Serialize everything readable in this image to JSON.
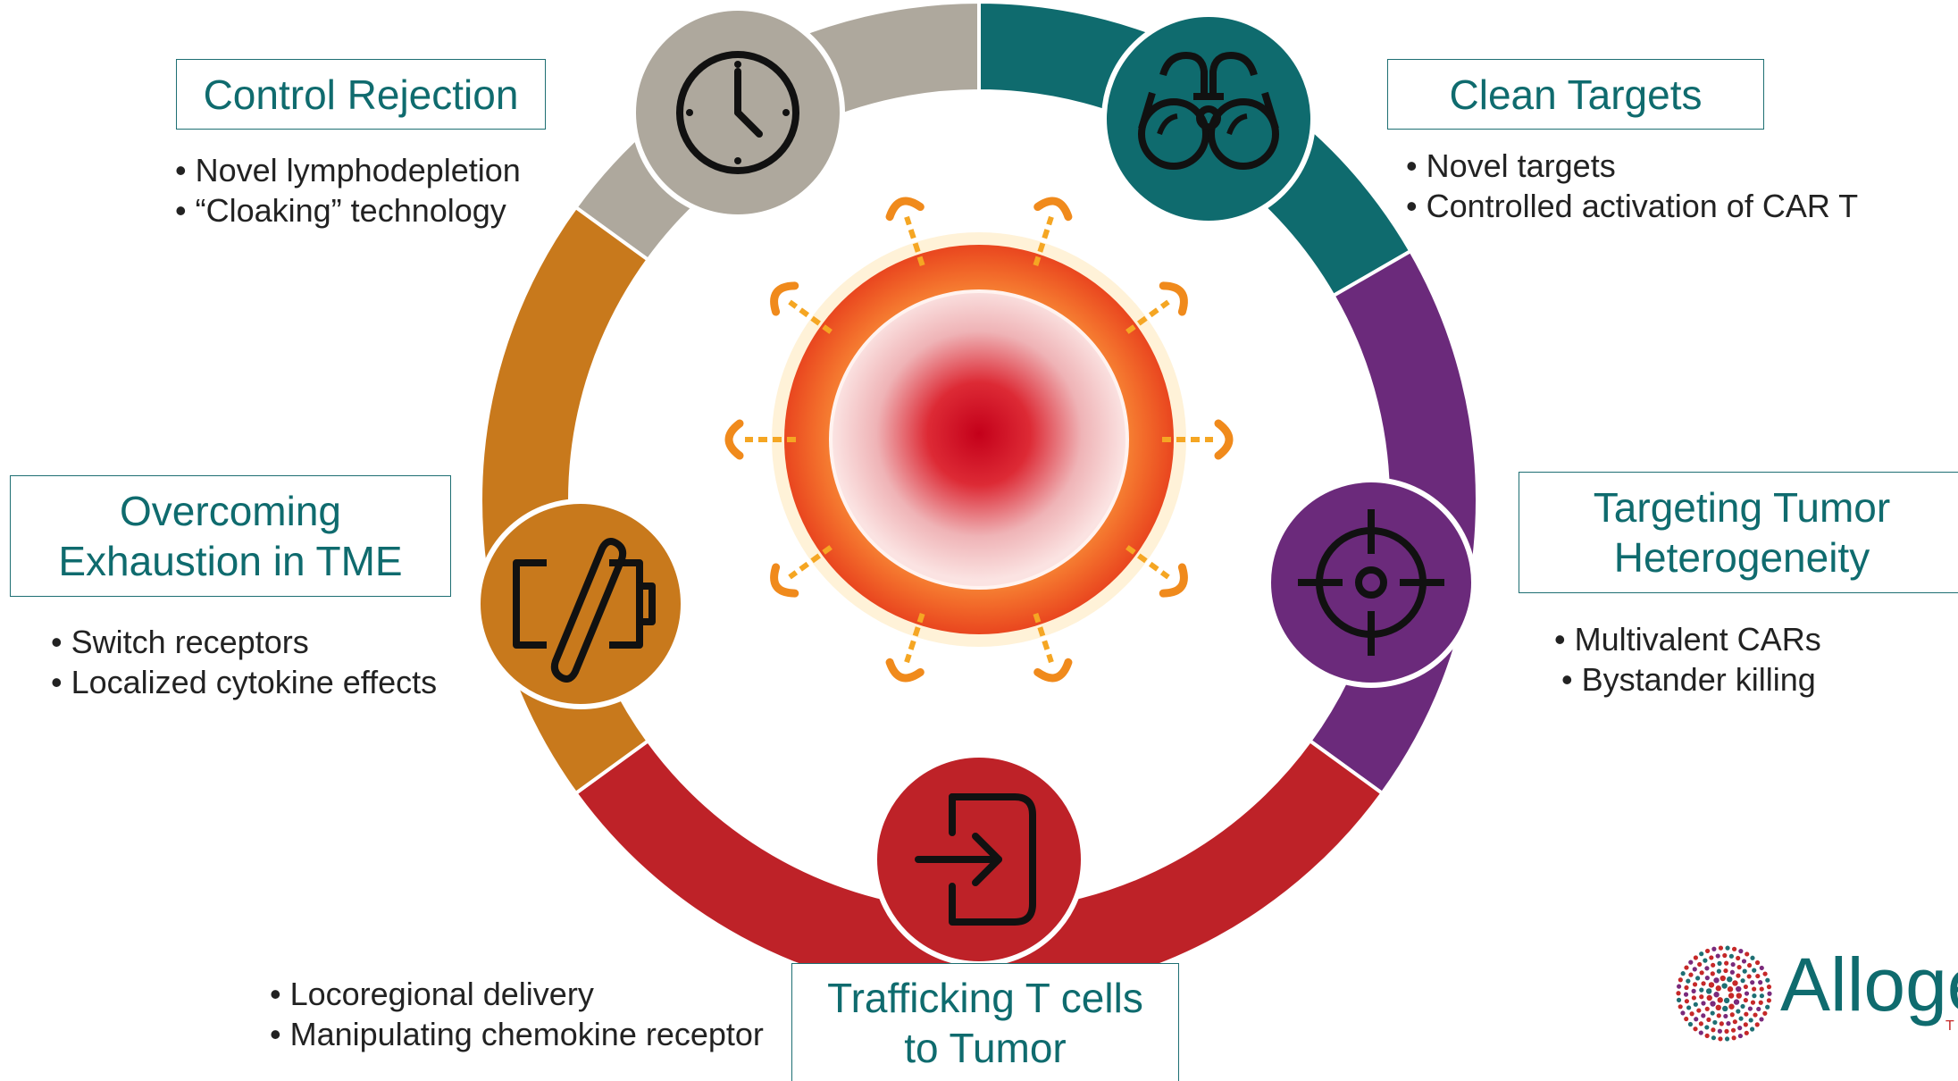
{
  "diagram": {
    "colors": {
      "gray": "#aea89d",
      "teal": "#0f6b6e",
      "purple": "#6b2a7b",
      "red": "#be2228",
      "orange": "#c8791c",
      "text_teal": "#0f6b6e"
    },
    "segments": [
      {
        "name": "control-rejection",
        "color": "#aea89d",
        "icon": "clock-icon"
      },
      {
        "name": "clean-targets",
        "color": "#0f6b6e",
        "icon": "binoculars-icon"
      },
      {
        "name": "targeting-tumor-heterogeneity",
        "color": "#6b2a7b",
        "icon": "crosshair-icon"
      },
      {
        "name": "trafficking-t-cells",
        "color": "#be2228",
        "icon": "sign-in-arrow-icon"
      },
      {
        "name": "overcoming-exhaustion",
        "color": "#c8791c",
        "icon": "empty-battery-icon"
      }
    ],
    "center_icon": "tumor-cell-with-car-t-receptors"
  },
  "control_rejection": {
    "title": "Control Rejection",
    "bullets": [
      "Novel lymphodepletion",
      "“Cloaking” technology"
    ]
  },
  "clean_targets": {
    "title": "Clean Targets",
    "bullets": [
      "Novel targets",
      "Controlled activation of CAR T"
    ]
  },
  "tumor_heterogeneity": {
    "title_line1": "Targeting Tumor",
    "title_line2": "Heterogeneity",
    "bullets": [
      "Multivalent CARs",
      "Bystander killing"
    ]
  },
  "exhaustion": {
    "title_line1": "Overcoming",
    "title_line2": "Exhaustion in TME",
    "bullets": [
      "Switch receptors",
      "Localized cytokine effects"
    ]
  },
  "trafficking": {
    "title_line1": "Trafficking T cells",
    "title_line2": "to Tumor",
    "bullets": [
      "Locoregional delivery",
      "Manipulating chemokine receptor"
    ]
  },
  "logo": {
    "text": "Alloge",
    "sub": "T",
    "icon": "dotted-circle-logo-icon"
  }
}
